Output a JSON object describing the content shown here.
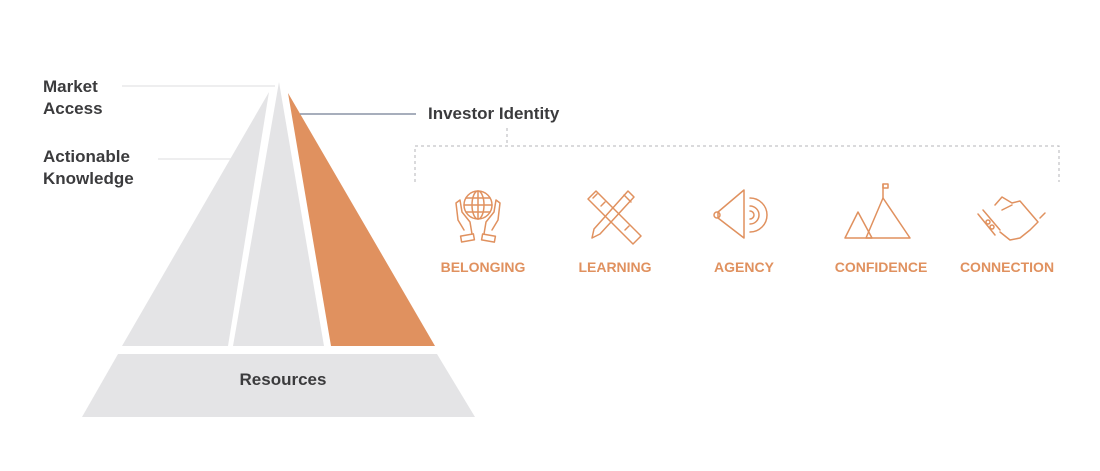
{
  "colors": {
    "accent": "#e0915f",
    "gray": "#e4e4e6",
    "text": "#3b3b3d",
    "connector": "#8a94a6"
  },
  "labels": {
    "market_access": [
      "Market",
      "Access"
    ],
    "actionable_knowledge": [
      "Actionable",
      "Knowledge"
    ],
    "investor_identity": "Investor Identity",
    "resources": "Resources"
  },
  "pillars": [
    {
      "label": "BELONGING",
      "icon": "hands-globe-icon"
    },
    {
      "label": "LEARNING",
      "icon": "ruler-pencil-icon"
    },
    {
      "label": "AGENCY",
      "icon": "megaphone-icon"
    },
    {
      "label": "CONFIDENCE",
      "icon": "mountain-flag-icon"
    },
    {
      "label": "CONNECTION",
      "icon": "handshake-icon"
    }
  ]
}
